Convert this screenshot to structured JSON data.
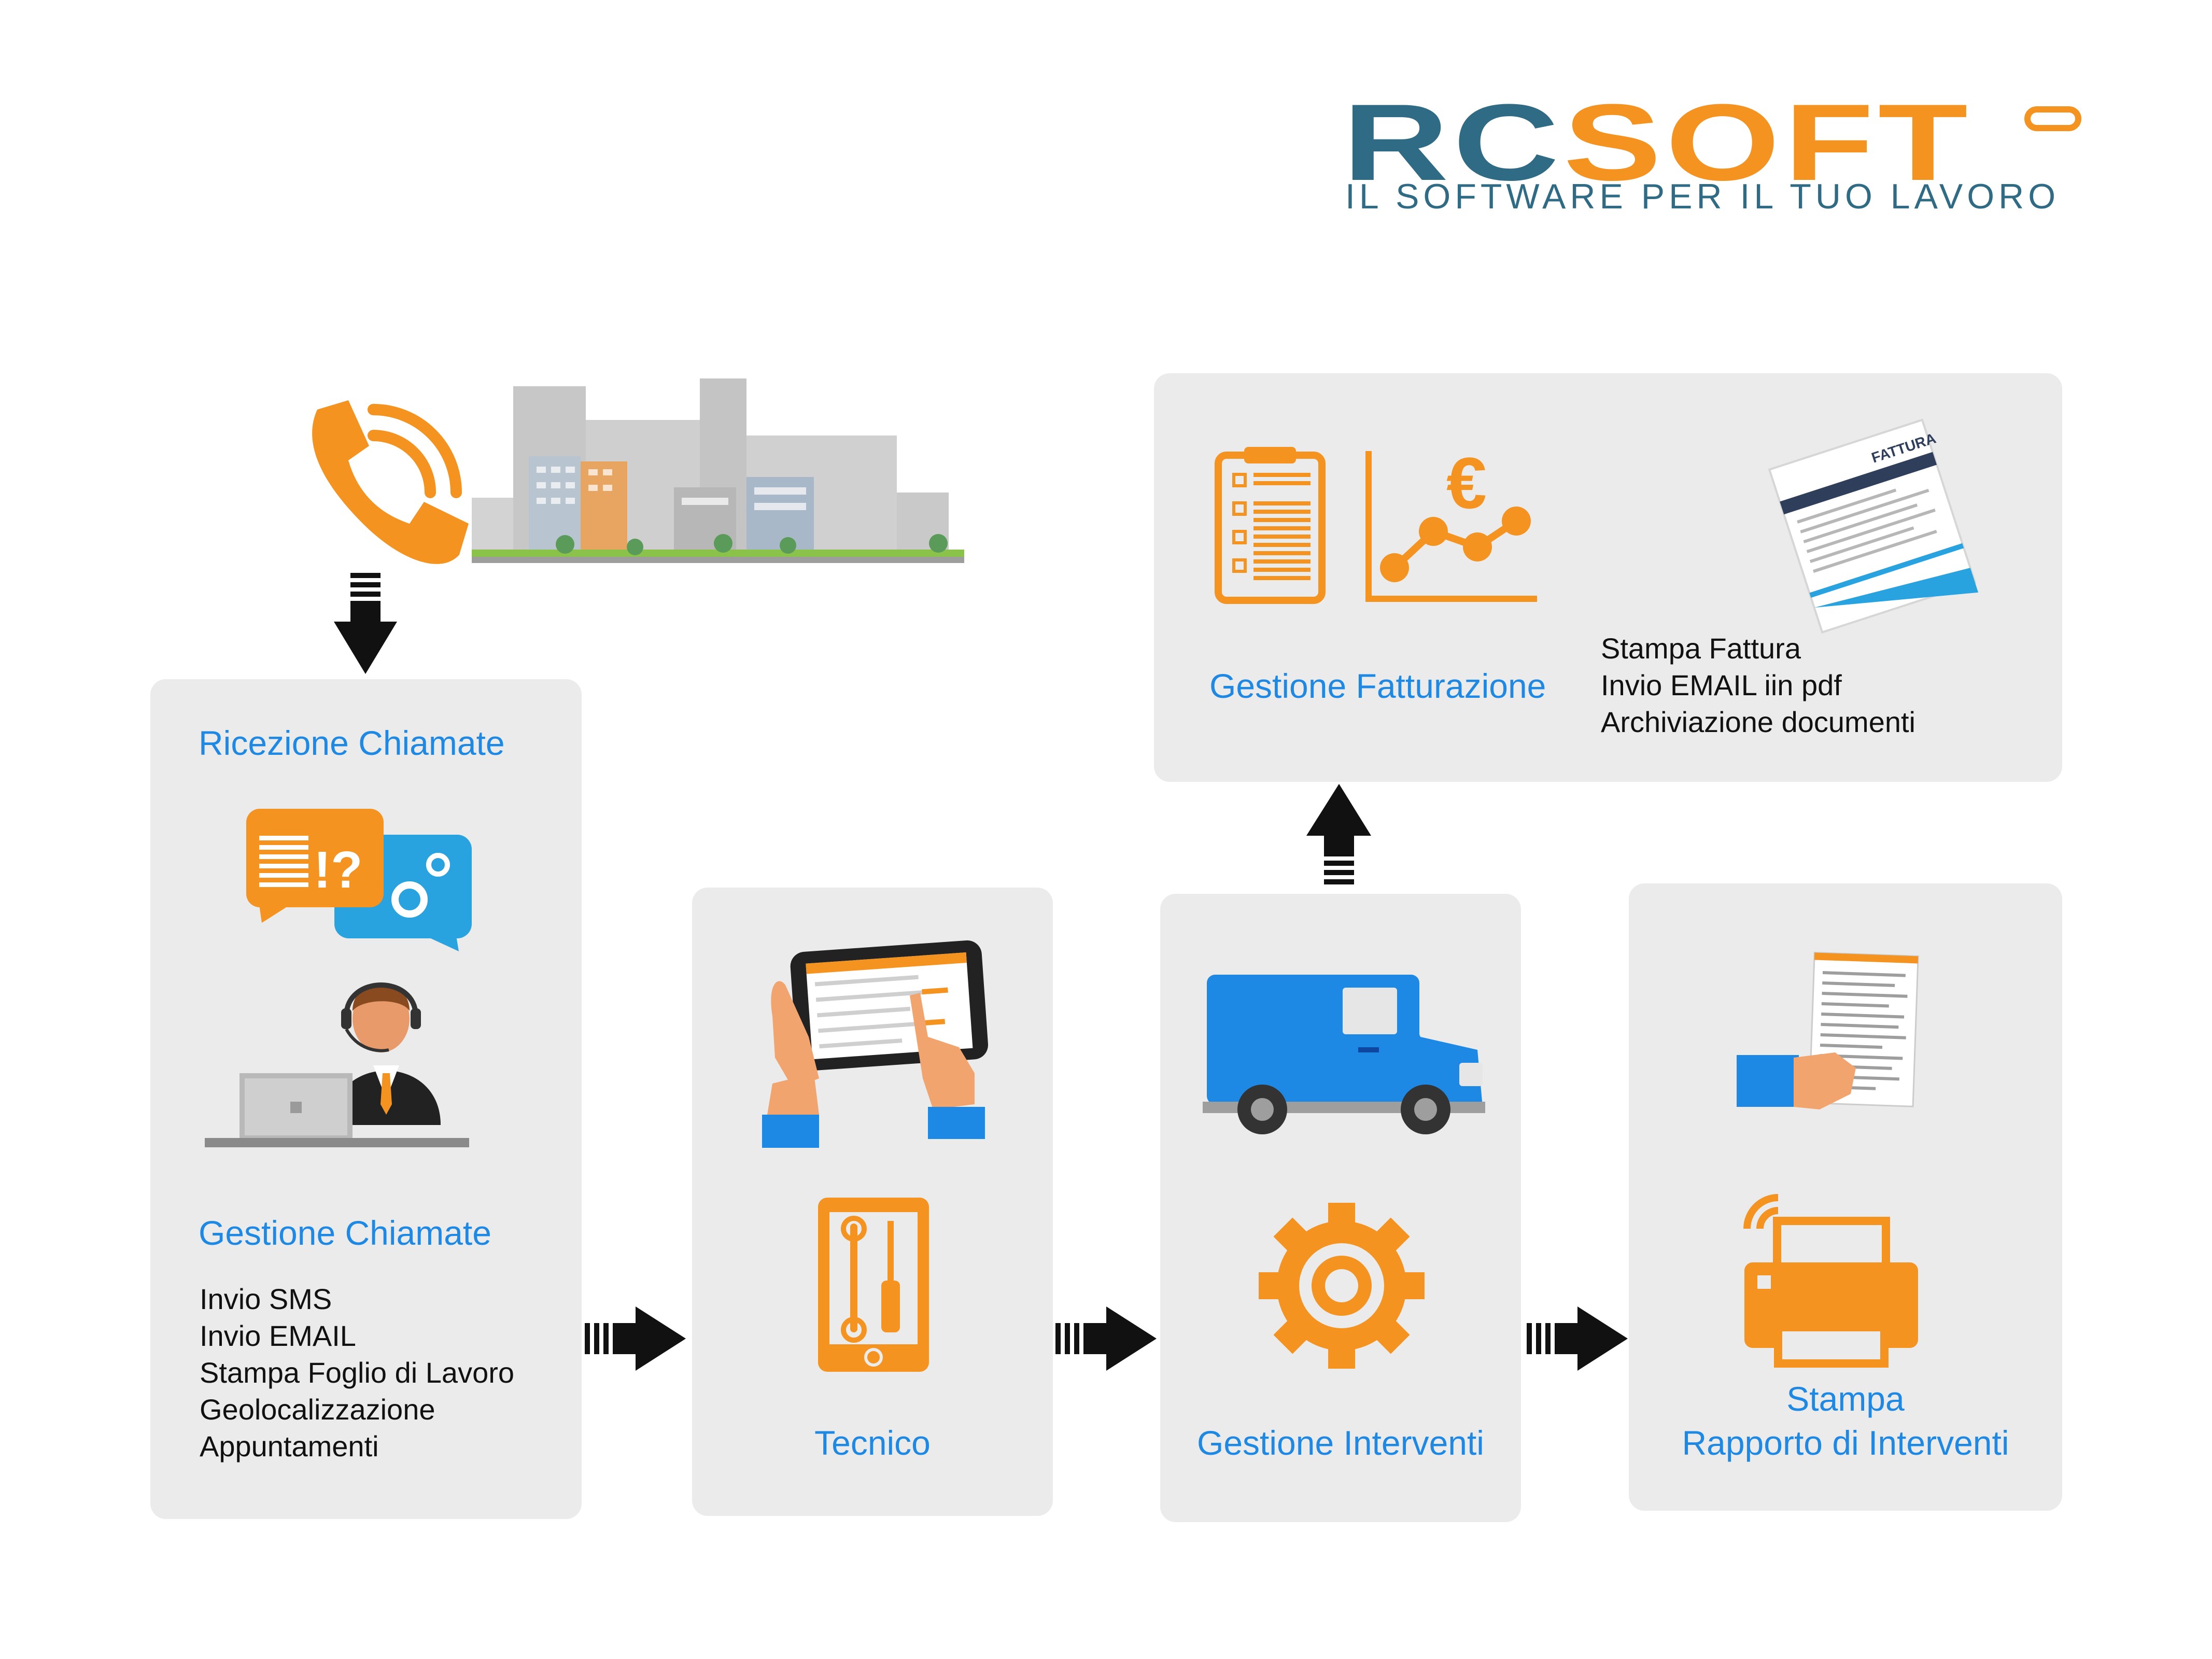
{
  "logo": {
    "part1": "RC",
    "part2": "SOFT",
    "tagline": "IL SOFTWARE PER IL TUO LAVORO"
  },
  "colors": {
    "panel": "#ebebeb",
    "orange": "#f4931f",
    "blue": "#1e88e5",
    "brand_dark": "#2f6b85"
  },
  "panels": {
    "ricezione": {
      "title": "Ricezione Chiamate",
      "subtitle": "Gestione Chiamate",
      "items": [
        "Invio SMS",
        "Invio EMAIL",
        "Stampa Foglio di Lavoro",
        "Geolocalizzazione",
        "Appuntamenti"
      ]
    },
    "tecnico": {
      "title": "Tecnico"
    },
    "interventi": {
      "title": "Gestione Interventi"
    },
    "stampa": {
      "title_line1": "Stampa",
      "title_line2": "Rapporto di Interventi"
    },
    "fatturazione": {
      "title": "Gestione Fatturazione",
      "items": [
        "Stampa Fattura",
        "Invio EMAIL iin pdf",
        "Archiviazione documenti"
      ]
    }
  },
  "icons": {
    "phone": "phone-icon",
    "city": "city-skyline-icon",
    "chat": "chat-bubbles-icon",
    "operator": "call-center-operator-icon",
    "tablet": "tablet-hands-icon",
    "tools_phone": "smartphone-tools-icon",
    "van": "delivery-van-icon",
    "gear": "gear-icon",
    "report": "report-handover-icon",
    "printer": "wireless-printer-icon",
    "clipboard": "checklist-clipboard-icon",
    "chart": "euro-chart-icon",
    "invoice": "invoice-document-icon",
    "invoice_heading": "FATTURA"
  }
}
